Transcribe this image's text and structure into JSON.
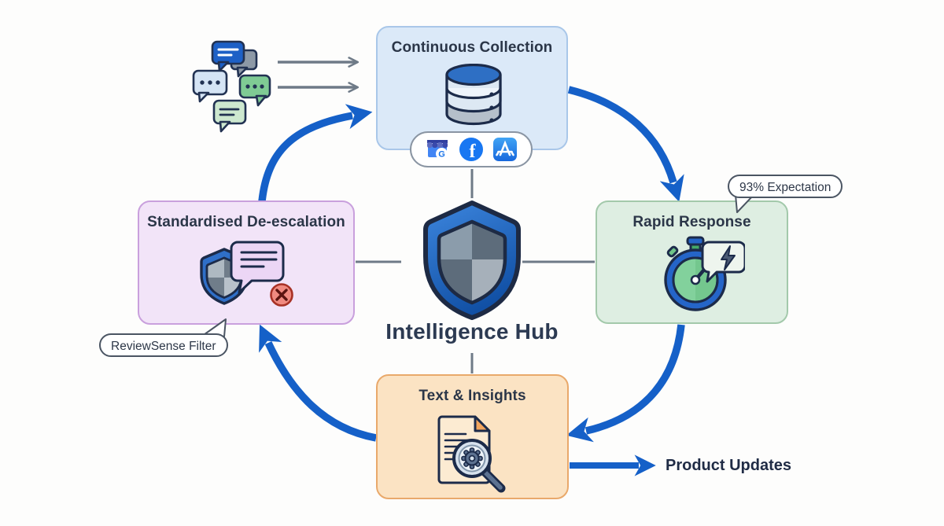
{
  "diagram": {
    "hub": {
      "label": "Intelligence Hub"
    },
    "nodes": {
      "top": {
        "label": "Continuous Collection",
        "fill": "#dbe9f8",
        "border": "#a9c7e9"
      },
      "right": {
        "label": "Rapid Response",
        "fill": "#deeee2",
        "border": "#a3c9ab",
        "badge": "93% Expectation"
      },
      "left": {
        "label": "Standardised De-escalation",
        "fill": "#f2e4f8",
        "border": "#c9a0dd",
        "badge": "ReviewSense Filter"
      },
      "bottom": {
        "label": "Text & Insights",
        "fill": "#fbe3c3",
        "border": "#e9a96b"
      }
    },
    "output": {
      "label": "Product Updates"
    },
    "sources": {
      "google_badge_letter": "G",
      "facebook_letter": "f",
      "items": [
        "google-business",
        "facebook",
        "app-store"
      ]
    },
    "colors": {
      "flow_arrow": "#1560c8",
      "connector": "#6e7a87",
      "title_text": "#2b3648",
      "hub_text": "#2c3a52"
    },
    "icons": [
      "chat-bubbles-icon",
      "database-icon",
      "google-business-icon",
      "facebook-icon",
      "app-store-icon",
      "hub-shield-icon",
      "stopwatch-icon",
      "lightning-bubble-icon",
      "moderation-shield-icon",
      "blocked-review-icon",
      "document-magnifier-icon"
    ]
  }
}
